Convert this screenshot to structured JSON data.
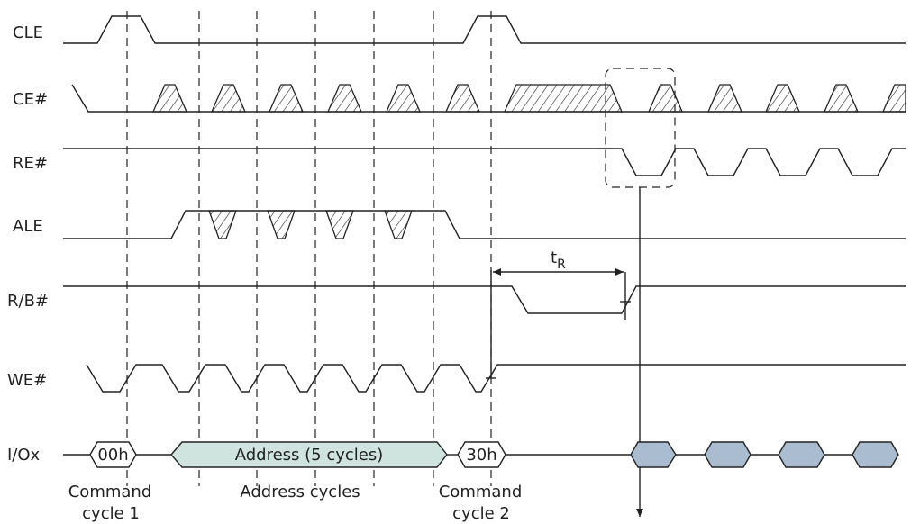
{
  "signals": {
    "cle": "CLE",
    "ce": "CE#",
    "re": "RE#",
    "ale": "ALE",
    "rb": "R/B#",
    "we": "WE#",
    "io": "I/Ox"
  },
  "bus": {
    "cmd1": "00h",
    "address": "Address (5 cycles)",
    "cmd2": "30h"
  },
  "timing": {
    "tr_main": "t",
    "tr_sub": "R"
  },
  "captions": {
    "command_cycle_1_line1": "Command",
    "command_cycle_1_line2": "cycle 1",
    "address_cycles": "Address cycles",
    "command_cycle_2_line1": "Command",
    "command_cycle_2_line2": "cycle 2"
  },
  "colors": {
    "address_fill": "#cfe3df",
    "data_fill": "#a9bcd0",
    "line": "#222222"
  }
}
